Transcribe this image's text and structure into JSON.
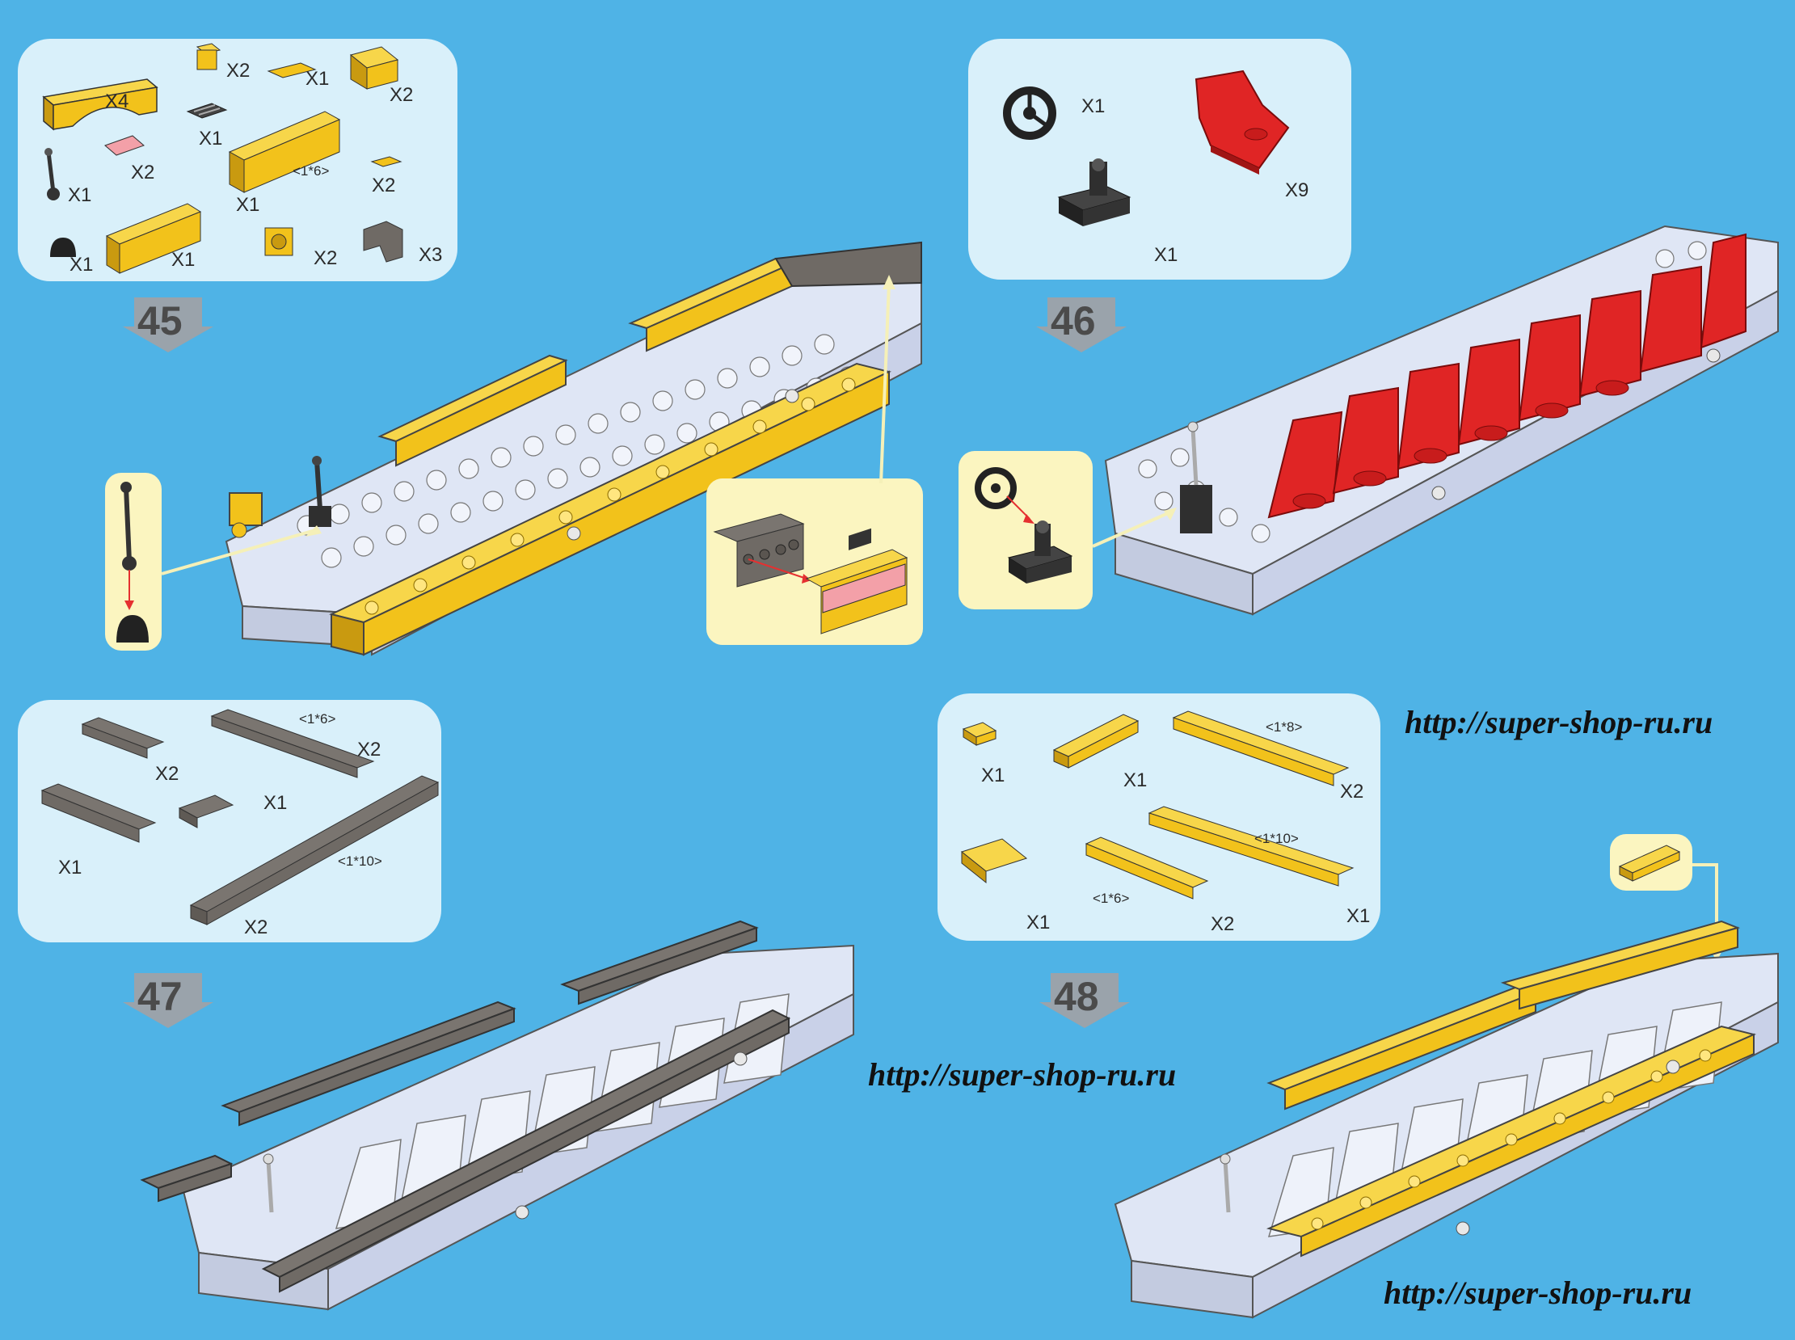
{
  "colors": {
    "background": "#4fb3e6",
    "panel": "#d9f0fa",
    "inset": "#fbf5c0",
    "yellow_brick": "#f2c21b",
    "grey_brick": "#dfe6f5",
    "dark_brick": "#6f6a65",
    "red_seat": "#e02525",
    "black_part": "#2f2f2f",
    "guide_arrow": "#f5f0b8"
  },
  "steps": [
    {
      "number": "45",
      "parts": [
        {
          "qty": "X4",
          "icon": "yellow-arch-brick"
        },
        {
          "qty": "X2",
          "icon": "yellow-brick-1x1"
        },
        {
          "qty": "X1",
          "icon": "yellow-tile"
        },
        {
          "qty": "X2",
          "icon": "yellow-slope"
        },
        {
          "qty": "X1",
          "icon": "grille-tile"
        },
        {
          "qty": "X2",
          "icon": "pink-tile"
        },
        {
          "qty": "X1",
          "size": "<1*6>",
          "icon": "yellow-brick-1x6"
        },
        {
          "qty": "X2",
          "icon": "yellow-tile-small"
        },
        {
          "qty": "X1",
          "icon": "lever-stick"
        },
        {
          "qty": "X1",
          "icon": "lever-base"
        },
        {
          "qty": "X1",
          "icon": "yellow-brick-1x4"
        },
        {
          "qty": "X2",
          "icon": "yellow-headlight-brick"
        },
        {
          "qty": "X3",
          "icon": "dark-bracket"
        }
      ]
    },
    {
      "number": "46",
      "parts": [
        {
          "qty": "X1",
          "icon": "steering-wheel"
        },
        {
          "qty": "X9",
          "icon": "red-seat"
        },
        {
          "qty": "X1",
          "icon": "steering-stand"
        }
      ]
    },
    {
      "number": "47",
      "parts": [
        {
          "qty": "X2",
          "icon": "dark-plate-1x4"
        },
        {
          "qty": "X2",
          "size": "<1*6>",
          "icon": "dark-plate-1x6"
        },
        {
          "qty": "X1",
          "icon": "dark-plate-1x2"
        },
        {
          "qty": "X1",
          "icon": "dark-plate-1x4"
        },
        {
          "qty": "X2",
          "size": "<1*10>",
          "icon": "dark-plate-1x10"
        }
      ]
    },
    {
      "number": "48",
      "parts": [
        {
          "qty": "X1",
          "icon": "yellow-plate-1x1"
        },
        {
          "qty": "X1",
          "icon": "yellow-plate-1x4"
        },
        {
          "qty": "X2",
          "size": "<1*8>",
          "icon": "yellow-plate-1x8"
        },
        {
          "qty": "X1",
          "icon": "yellow-plate-1x3"
        },
        {
          "qty": "X2",
          "size": "<1*6>",
          "icon": "yellow-plate-1x6"
        },
        {
          "qty": "X1",
          "size": "<1*10>",
          "icon": "yellow-plate-1x10"
        }
      ]
    }
  ],
  "watermarks": [
    "http://super-shop-ru.ru",
    "http://super-shop-ru.ru",
    "http://super-shop-ru.ru"
  ]
}
